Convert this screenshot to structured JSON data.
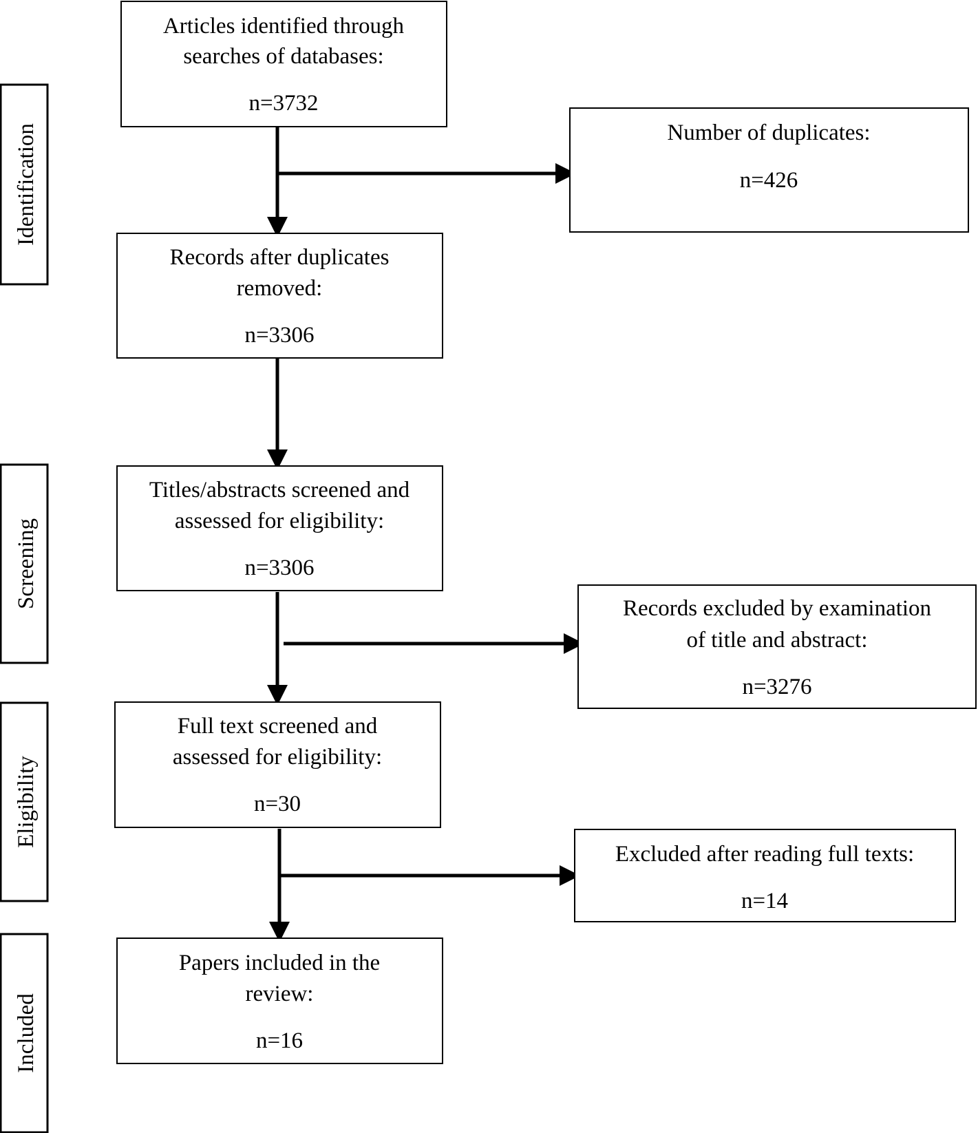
{
  "stages": [
    {
      "id": "identification",
      "label": "Identification"
    },
    {
      "id": "screening",
      "label": "Screening"
    },
    {
      "id": "eligibility",
      "label": "Eligibility"
    },
    {
      "id": "included",
      "label": "Included"
    }
  ],
  "boxes": {
    "identified": {
      "line1": "Articles identified through",
      "line2": "searches of databases:",
      "count": "n=3732"
    },
    "duplicates": {
      "line1": "Number of duplicates:",
      "count": "n=426"
    },
    "after_duplicates": {
      "line1": "Records after duplicates",
      "line2": "removed:",
      "count": "n=3306"
    },
    "titles_screened": {
      "line1": "Titles/abstracts screened and",
      "line2": "assessed for eligibility:",
      "count": "n=3306"
    },
    "excluded_title": {
      "line1": "Records excluded by examination",
      "line2": "of title and abstract:",
      "count": "n=3276"
    },
    "full_text": {
      "line1": "Full text screened and",
      "line2": "assessed for eligibility:",
      "count": "n=30"
    },
    "excluded_full": {
      "line1": "Excluded after reading full texts:",
      "count": "n=14"
    },
    "included": {
      "line1": "Papers included in the",
      "line2": "review:",
      "count": "n=16"
    }
  },
  "colors": {
    "stroke": "#000000",
    "background": "#ffffff"
  }
}
